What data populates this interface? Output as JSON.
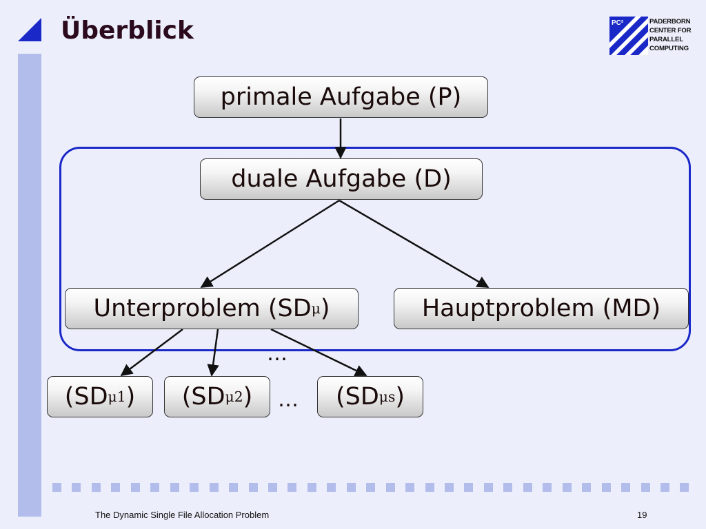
{
  "slide": {
    "title": "Überblick",
    "footer": "The Dynamic Single File Allocation Problem",
    "page_number": "19"
  },
  "logo": {
    "badge": "PC²",
    "lines": [
      "PADERBORN",
      "CENTER FOR",
      "PARALLEL",
      "COMPUTING"
    ]
  },
  "diagram": {
    "primal": "primale Aufgabe (P)",
    "dual": "duale Aufgabe (D)",
    "sub": {
      "text": "Unterproblem (SD",
      "sub": "μ",
      "close": ")"
    },
    "master": "Hauptproblem (MD)",
    "ellipsis_mid": "…",
    "ellipsis_row": "…",
    "leaves": [
      {
        "text": "(SD",
        "sub": "μ1",
        "close": ")"
      },
      {
        "text": "(SD",
        "sub": "μ2",
        "close": ")"
      },
      {
        "text": "(SD",
        "sub": "μs",
        "close": ")"
      }
    ]
  },
  "colors": {
    "background": "#eceffb",
    "accent_bar": "#b3bdec",
    "frame": "#1a28c8",
    "logo_blue": "#1a28c8"
  }
}
